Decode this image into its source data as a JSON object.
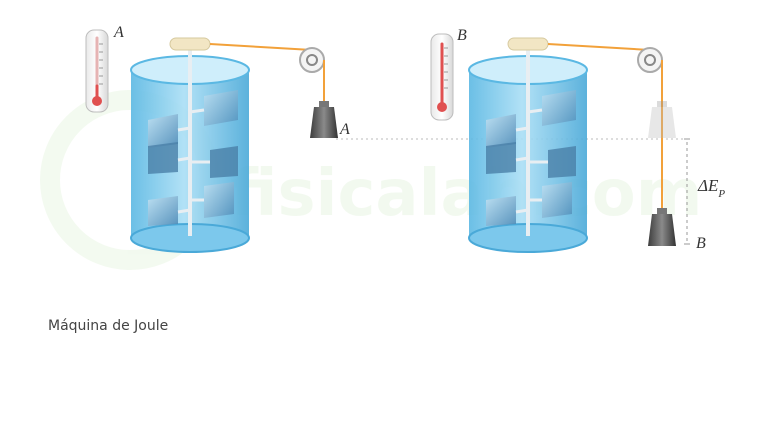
{
  "caption": "Máquina de Joule",
  "watermark": "fisicalab.com",
  "scene_a": {
    "thermometer_label": "A",
    "weight_label": "A"
  },
  "scene_b": {
    "thermometer_label": "B",
    "weight_label": "B",
    "energy_label_main": "ΔE",
    "energy_label_sub": "P"
  },
  "colors": {
    "water": "#8fd2f0",
    "water_dark": "#5bb8e3",
    "rope": "#f2a13a",
    "thermo_red": "#e05050",
    "weight": "#555555",
    "dotted_line": "#bbbbbb"
  }
}
